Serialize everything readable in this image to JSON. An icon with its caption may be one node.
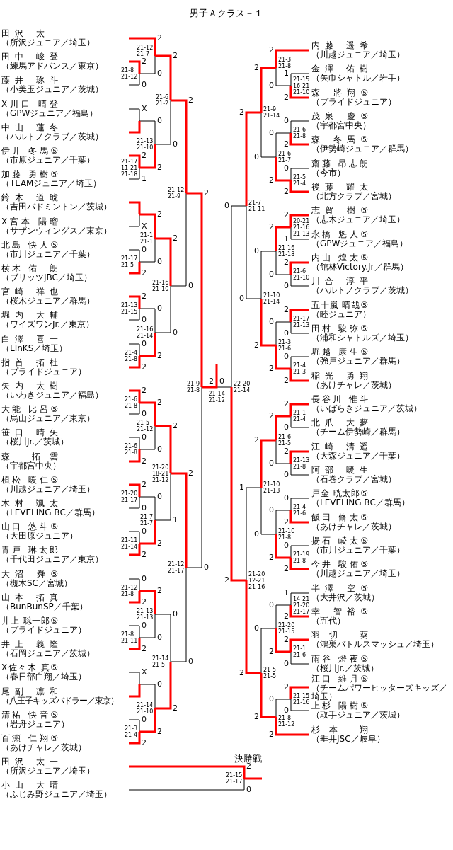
{
  "diagram": {
    "title": "男子Ａクラス－１",
    "nodes": [
      {
        "text": [
          "田沢 太一",
          "（所沢ジュニア／埼玉）"
        ]
      },
      {
        "text": [
          "田中 峻登",
          "（練馬アドバンス／東京）"
        ]
      },
      {
        "text": [
          "藤井 琢斗",
          "（小美玉ジュニア／茨城）"
        ]
      },
      {
        "text": [
          "X川口 晴登",
          "（GPWジュニア／福島）"
        ]
      },
      {
        "text": [
          "中山 蓮冬",
          "（ハルトノクラブ／茨城）"
        ]
      },
      {
        "text": [
          "伊井 冬馬⑤",
          "（市原ジュニア／千葉）"
        ]
      },
      {
        "text": [
          "加藤 勇樹⑤",
          "（TEAMジュニア／埼玉）"
        ]
      },
      {
        "text": [
          "鈴木 道琥",
          "（吉田バドミントン／茨城）"
        ]
      },
      {
        "text": [
          "X宮本 陽瑠",
          "（サザンウィングス／東京）"
        ]
      },
      {
        "text": [
          "北島 快人⑤",
          "（市川ジュニア／千葉）"
        ]
      },
      {
        "text": [
          "横木 佑一朗",
          "（ブリッツJBC／埼玉）"
        ]
      },
      {
        "text": [
          "宮崎 祥也",
          "（桜木ジュニア／群馬）"
        ]
      },
      {
        "text": [
          "堀内 大輔",
          "（ワイズワンJr.／東京）"
        ]
      },
      {
        "text": [
          "白澤 喜一",
          "（LInKS／埼玉）"
        ]
      },
      {
        "text": [
          "指首 拓杜",
          "（プライドジュニア）"
        ]
      },
      {
        "text": [
          "矢内 太樹",
          "（いわきジュニア／福島）"
        ]
      },
      {
        "text": [
          "大能 比呂⑤",
          "（烏山ジュニア／東京）"
        ]
      },
      {
        "text": [
          "笹口 晴矢",
          "（桜川Jr.／茨城）"
        ]
      },
      {
        "text": [
          "森 拓雲",
          "（宇都宮中央）"
        ]
      },
      {
        "text": [
          "植松 暖仁⑤",
          "（川越ジュニア／埼玉）"
        ]
      },
      {
        "text": [
          "木村 颯太",
          "（LEVELING BC／群馬）"
        ]
      },
      {
        "text": [
          "山口 悠斗⑤",
          "（大田原ジュニア）"
        ]
      },
      {
        "text": [
          "青戸 琳太郎",
          "（千代田ジュニア／東京）"
        ]
      },
      {
        "text": [
          "大沼 舜⑤",
          "（槻木SC／宮城）"
        ]
      },
      {
        "text": [
          "山本 拓真",
          "（BunBunSP／千葉）"
        ]
      },
      {
        "text": [
          "井上 聡一郎⑤",
          "（プライドジュニア）"
        ]
      },
      {
        "text": [
          "井上 義隆",
          "（石岡ジュニア／茨城）"
        ]
      },
      {
        "text": [
          "X佐々木 真⑤",
          "（春日部白翔／埼玉）"
        ]
      },
      {
        "text": [
          "尾副 凛和",
          "（八王子キッズバドラー／東京）"
        ]
      },
      {
        "text": [
          "清祐 快音⑤",
          "（岩舟ジュニア）"
        ]
      },
      {
        "text": [
          "百瀬 仁翔⑤",
          "（あけチャレ／茨城）"
        ]
      },
      {
        "text": [
          "田沢 太一",
          "（所沢ジュニア／埼玉）"
        ]
      },
      {
        "text": [
          "小山 大晴",
          "（ふじみ野ジュニア／埼玉）"
        ]
      },
      {
        "text": [
          "内藤 遥希",
          "（川越ジュニア／埼玉）"
        ]
      },
      {
        "text": [
          "金澤 佑樹",
          "（矢巾シャトル／岩手）"
        ]
      },
      {
        "text": [
          "森 將翔⑤",
          "（プライドジュニア）"
        ]
      },
      {
        "text": [
          "茂泉 慶⑤",
          "（宇都宮中央）"
        ]
      },
      {
        "text": [
          "森 冬馬⑤",
          "（伊勢崎ジュニア／群馬）"
        ]
      },
      {
        "text": [
          "齋藤 昂志朗",
          "（今市）"
        ]
      },
      {
        "text": [
          "後藤 耀太",
          "（北方クラブ／宮城）"
        ]
      },
      {
        "text": [
          "志賀 樹⑤",
          "（志木ジュニア／埼玉）"
        ]
      },
      {
        "text": [
          "永橋 魁人⑤",
          "（GPWジュニア／福島）"
        ]
      },
      {
        "text": [
          "内山 煌太⑤",
          "（館林Victory.Jr／群馬）"
        ]
      },
      {
        "text": [
          "川合 淳平",
          "（ハルトノクラブ／茨城）"
        ]
      },
      {
        "text": [
          "五十嵐 晴哉⑤",
          "（睦ジュニア）"
        ]
      },
      {
        "text": [
          "田村 駿弥⑤",
          "（浦和シャトルズ／埼玉）"
        ]
      },
      {
        "text": [
          "堀越 康生⑤",
          "（強戸ジュニア／群馬）"
        ]
      },
      {
        "text": [
          "稲光 勇翔",
          "（あけチャレ／茨城）"
        ]
      },
      {
        "text": [
          "長谷川 惟斗",
          "（いばらきジュニア／茨城）"
        ]
      },
      {
        "text": [
          "北爪 大夢",
          "（チーム伊勢崎／群馬）"
        ]
      },
      {
        "text": [
          "江崎 清遥",
          "（大森ジュニア／千葉）"
        ]
      },
      {
        "text": [
          "阿部 暖生",
          "（石巻クラブ／宮城）"
        ]
      },
      {
        "text": [
          "戸金 晄太郎⑤",
          "（LEVELING BC／群馬）"
        ]
      },
      {
        "text": [
          "飯田 脩太⑤",
          "（あけチャレ／茨城）"
        ]
      },
      {
        "text": [
          "揚石 崚太⑤",
          "（市川ジュニア／千葉）"
        ]
      },
      {
        "text": [
          "今井 駿佑⑤",
          "（川越ジュニア／埼玉）"
        ]
      },
      {
        "text": [
          "半澤 空⑤",
          "（大井沢／茨城）"
        ]
      },
      {
        "text": [
          "幸 智裕⑤",
          "（五代）"
        ]
      },
      {
        "text": [
          "羽切 葵",
          "（鴻巣バトルスマッシュ／埼玉）"
        ]
      },
      {
        "text": [
          "雨谷 燈夜⑤",
          "（桜川Jr.／茨城）"
        ]
      },
      {
        "text": [
          "江口 維月⑤",
          "（チームパワーヒッターズキッズ／埼玉）"
        ]
      },
      {
        "text": [
          "上杉 陽樹⑤",
          "（取手ジュニア／茨城）"
        ]
      },
      {
        "text": [
          "杉本 翔",
          "（垂井JSC／岐阜）"
        ]
      }
    ],
    "labels": [
      "2",
      "21-12 21-7",
      "0",
      "2",
      "21-8 21-12",
      "0",
      "2",
      "21-6 21-2",
      "0",
      "X",
      "0",
      "21-13 21-10",
      "2",
      "2",
      "21-17 11-21 21-18",
      "1",
      "2",
      "21-12 21-9",
      "0",
      "X",
      "2",
      "21-1 21-1",
      "0",
      "0",
      "21-17 21-5",
      "2",
      "2",
      "21-16 21-10",
      "0",
      "2",
      "21-13 21-15",
      "0",
      "0",
      "21-16 21-14",
      "2",
      "0",
      "21-4 21-8",
      "2",
      "2",
      "21-9 21-8",
      "0",
      "2",
      "21-6 21-8",
      "0",
      "2",
      "21-5 21-12",
      "0",
      "0",
      "21-6 21-8",
      "2",
      "2",
      "21-20 18-21 21-12",
      "1",
      "2",
      "21-20 21-17",
      "0",
      "0",
      "21-7 21-7",
      "2",
      "0",
      "21-11 21-14",
      "2",
      "2",
      "21-12 21-17",
      "0",
      "0",
      "21-12 21-8",
      "2",
      "2",
      "21-13 21-13",
      "0",
      "0",
      "21-8 21-11",
      "2",
      "0",
      "21-14 21-5",
      "2",
      "X",
      "0",
      "21-14 21-10",
      "2",
      "0",
      "21-3 21-4",
      "2",
      "2",
      "21-14 21-12",
      "0",
      "2",
      "21-3 21-8",
      "0",
      "1",
      "21-15 16-21 21-10",
      "2",
      "2",
      "21-9 21-14",
      "0",
      "0",
      "21-6 21-8",
      "2",
      "0",
      "21-6 21-7",
      "2",
      "0",
      "21-5 21-4",
      "2",
      "2",
      "21-7 21-11",
      "0",
      "2",
      "20-21 21-16 21-13",
      "1",
      "2",
      "21-16 21-18",
      "0",
      "2",
      "21-6 21-10",
      "0",
      "0",
      "21-10 21-14",
      "2",
      "2",
      "21-17 21-13",
      "0",
      "0",
      "21-3 21-6",
      "2",
      "0",
      "21-4 21-3",
      "2",
      "0",
      "22-20 21-14",
      "2",
      "2",
      "21-1 21-4",
      "0",
      "2",
      "21-6 21-5",
      "0",
      "2",
      "21-13 21-8",
      "0",
      "2",
      "21-10 21-13",
      "0",
      "0",
      "21-4 21-6",
      "2",
      "0",
      "21-10 21-8",
      "2",
      "0",
      "21-19 21-8",
      "2",
      "1",
      "21-20 12-21 21-16",
      "2",
      "1",
      "14-21 21-20 21-17",
      "2",
      "0",
      "21-20 21-15",
      "2",
      "2",
      "21-1 21-6",
      "0",
      "0",
      "21-5 21-5",
      "2",
      "2",
      "21-15 21-16",
      "0",
      "0",
      "21-8 21-12",
      "2",
      "決勝戦",
      "2",
      "21-15 21-17",
      "0"
    ]
  }
}
